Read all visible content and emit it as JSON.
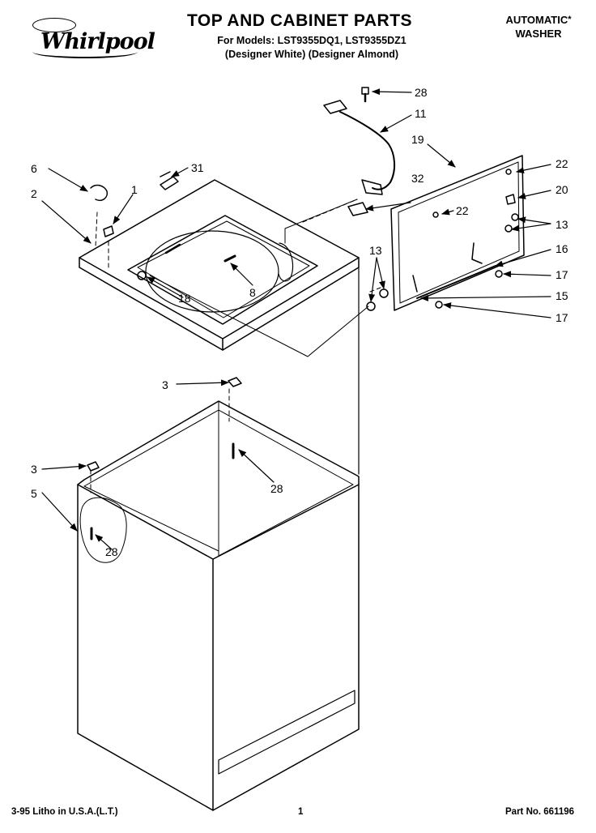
{
  "header": {
    "brand": "Whirlpool",
    "title": "TOP AND CABINET PARTS",
    "models_line": "For Models: LST9355DQ1, LST9355DZ1",
    "finish_line": "(Designer White) (Designer Almond)",
    "product_line1": "AUTOMATIC",
    "product_asterisk": "*",
    "product_line2": "WASHER"
  },
  "callouts": {
    "c28a": "28",
    "c11": "11",
    "c19": "19",
    "c22a": "22",
    "c20": "20",
    "c6": "6",
    "c31": "31",
    "c1": "1",
    "c2": "2",
    "c32": "32",
    "c22b": "22",
    "c13a": "13",
    "c16": "16",
    "c13b": "13",
    "c17a": "17",
    "c15": "15",
    "c17b": "17",
    "c18": "18",
    "c8": "8",
    "c3a": "3",
    "c28b": "28",
    "c3b": "3",
    "c5": "5",
    "c28c": "28"
  },
  "footer": {
    "litho": "3-95 Litho in U.S.A.(L.T.)",
    "page_number": "1",
    "part_number": "Part No. 661196"
  }
}
